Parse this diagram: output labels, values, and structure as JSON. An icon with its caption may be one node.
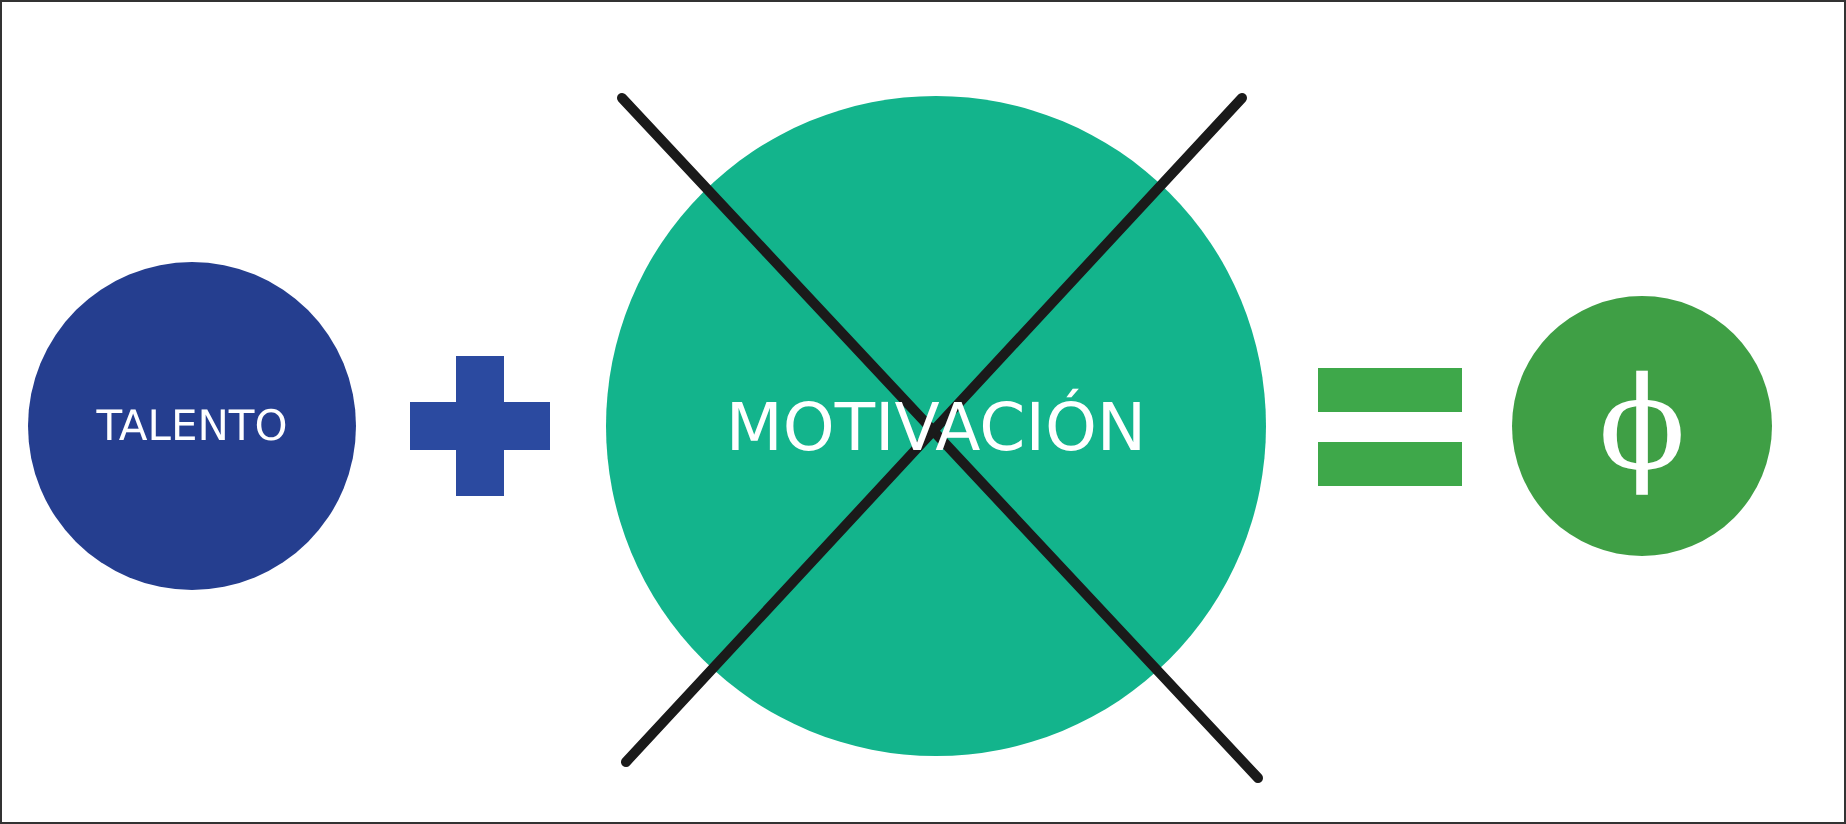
{
  "diagram": {
    "nodes": [
      {
        "text": [
          "TALENTO"
        ]
      },
      {
        "text": [
          "MOTIVACIÓN"
        ]
      },
      {
        "text": [
          "ϕ"
        ]
      }
    ]
  }
}
